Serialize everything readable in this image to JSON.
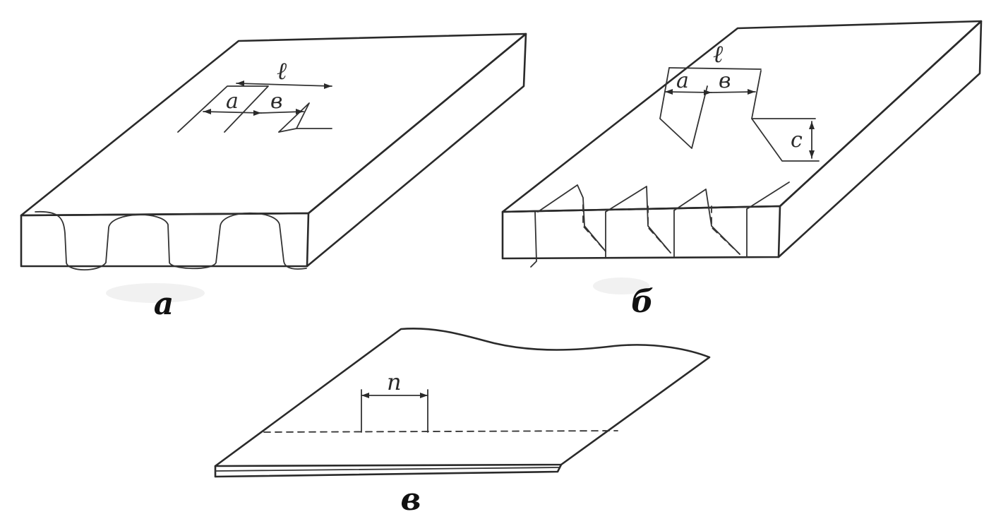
{
  "figures": [
    {
      "id": "a",
      "caption": "а",
      "dimension_labels": {
        "total": "ℓ",
        "left": "a",
        "right": "в"
      }
    },
    {
      "id": "b",
      "caption": "б",
      "dimension_labels": {
        "total": "ℓ",
        "left": "a",
        "right": "в",
        "depth": "c"
      }
    },
    {
      "id": "v",
      "caption": "в",
      "dimension_labels": {
        "width": "n"
      }
    }
  ],
  "colors": {
    "ink": "#2a2a2a",
    "paper": "#ffffff"
  }
}
